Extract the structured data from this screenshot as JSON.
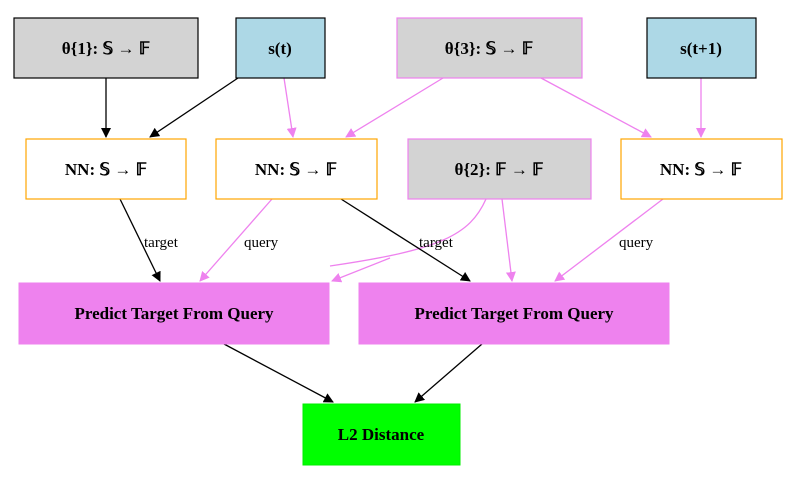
{
  "colors": {
    "param_fill": "#d3d3d3",
    "state_fill": "#add8e6",
    "nn_border": "#ffa500",
    "violet": "#ee82ee",
    "green": "#00ff00",
    "black": "#000000",
    "white": "#ffffff"
  },
  "nodes": [
    {
      "id": "theta1",
      "label": "θ{1}: 𝕊 → 𝔽",
      "kind": "parameter"
    },
    {
      "id": "st",
      "label": "s(t)",
      "kind": "state"
    },
    {
      "id": "theta3",
      "label": "θ{3}: 𝕊 → 𝔽",
      "kind": "parameter"
    },
    {
      "id": "st1",
      "label": "s(t+1)",
      "kind": "state"
    },
    {
      "id": "nn1",
      "label": "NN: 𝕊 → 𝔽",
      "kind": "network"
    },
    {
      "id": "nn2",
      "label": "NN: 𝕊 → 𝔽",
      "kind": "network"
    },
    {
      "id": "theta2",
      "label": "θ{2}: 𝔽 → 𝔽",
      "kind": "parameter"
    },
    {
      "id": "nn3",
      "label": "NN: 𝕊 → 𝔽",
      "kind": "network"
    },
    {
      "id": "pred1",
      "label": "Predict Target From Query",
      "kind": "predictor"
    },
    {
      "id": "pred2",
      "label": "Predict Target From Query",
      "kind": "predictor"
    },
    {
      "id": "l2",
      "label": "L2 Distance",
      "kind": "loss"
    }
  ],
  "edges": [
    {
      "from": "theta1",
      "to": "nn1",
      "color": "black",
      "label": ""
    },
    {
      "from": "st",
      "to": "nn1",
      "color": "black",
      "label": ""
    },
    {
      "from": "st",
      "to": "nn2",
      "color": "violet",
      "label": ""
    },
    {
      "from": "theta3",
      "to": "nn2",
      "color": "violet",
      "label": ""
    },
    {
      "from": "theta3",
      "to": "nn3",
      "color": "violet",
      "label": ""
    },
    {
      "from": "st1",
      "to": "nn3",
      "color": "violet",
      "label": ""
    },
    {
      "from": "nn1",
      "to": "pred1",
      "color": "black",
      "label": "target"
    },
    {
      "from": "nn2",
      "to": "pred1",
      "color": "violet",
      "label": "query"
    },
    {
      "from": "theta2",
      "to": "pred1",
      "color": "violet",
      "label": ""
    },
    {
      "from": "nn2",
      "to": "pred2",
      "color": "black",
      "label": "target"
    },
    {
      "from": "theta2",
      "to": "pred2",
      "color": "violet",
      "label": ""
    },
    {
      "from": "nn3",
      "to": "pred2",
      "color": "violet",
      "label": "query"
    },
    {
      "from": "pred1",
      "to": "l2",
      "color": "black",
      "label": ""
    },
    {
      "from": "pred2",
      "to": "l2",
      "color": "black",
      "label": ""
    }
  ]
}
